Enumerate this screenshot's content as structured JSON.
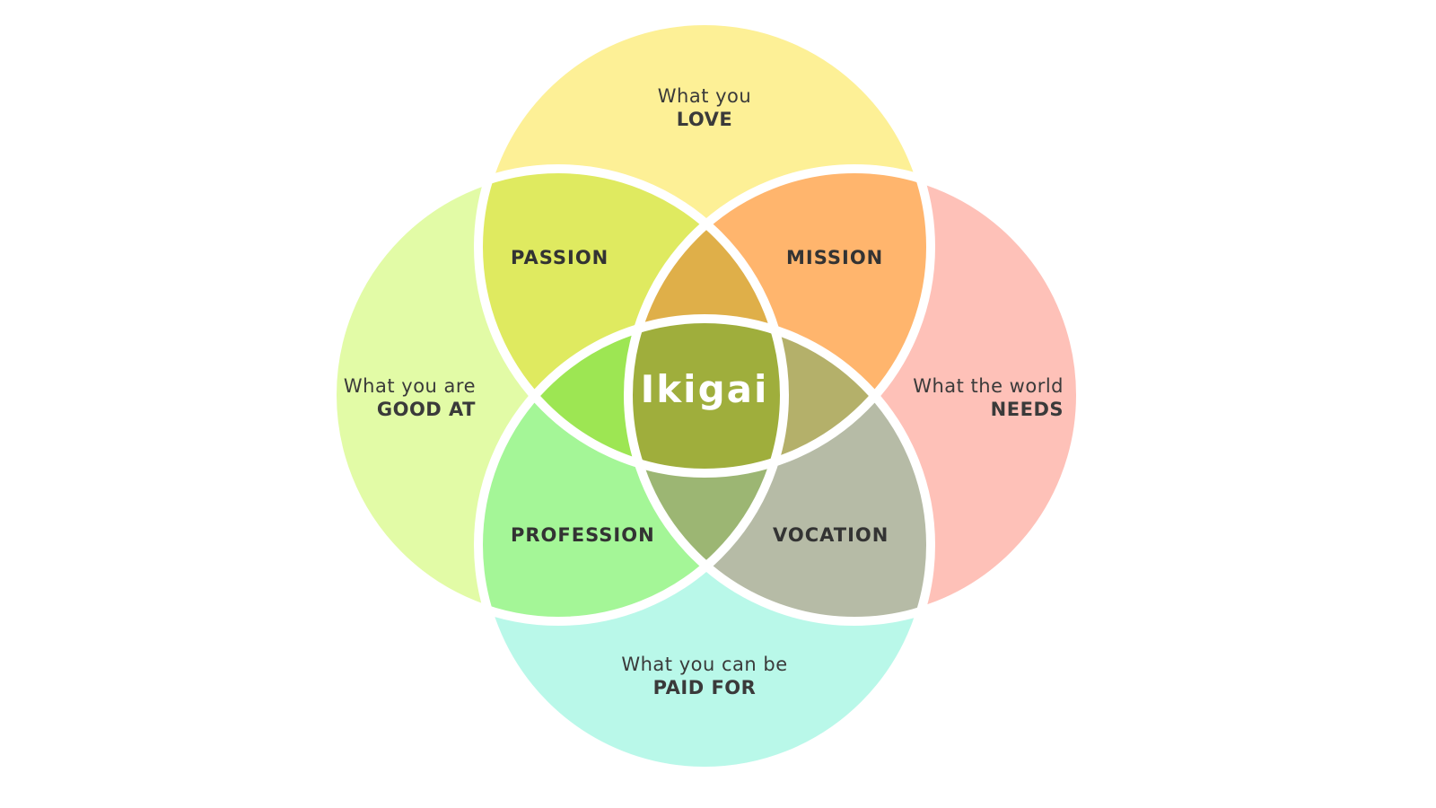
{
  "circles": {
    "love": {
      "line1": "What you",
      "line2": "LOVE",
      "color": "#fdf096"
    },
    "good_at": {
      "line1": "What you are",
      "line2": "GOOD AT",
      "color": "#e2fba6"
    },
    "world_needs": {
      "line1": "What the world",
      "line2": "NEEDS",
      "color": "#fec1b8"
    },
    "paid_for": {
      "line1": "What you can be",
      "line2": "PAID FOR",
      "color": "#b9f8e9"
    }
  },
  "overlaps": {
    "passion": {
      "label": "PASSION",
      "color": "#dfea60"
    },
    "mission": {
      "label": "MISSION",
      "color": "#ffb56d"
    },
    "profession": {
      "label": "PROFESSION",
      "color": "#a4f697"
    },
    "vocation": {
      "label": "VOCATION",
      "color": "#b6bba6"
    }
  },
  "center": {
    "label": "Ikigai",
    "color": "#9fae3c"
  },
  "colors": {
    "love_good_needs": "#dfaf49",
    "love_good_paid": "#9de653",
    "love_needs_paid": "#b4b06a",
    "good_needs_paid": "#9cb673",
    "stroke": "#ffffff"
  }
}
